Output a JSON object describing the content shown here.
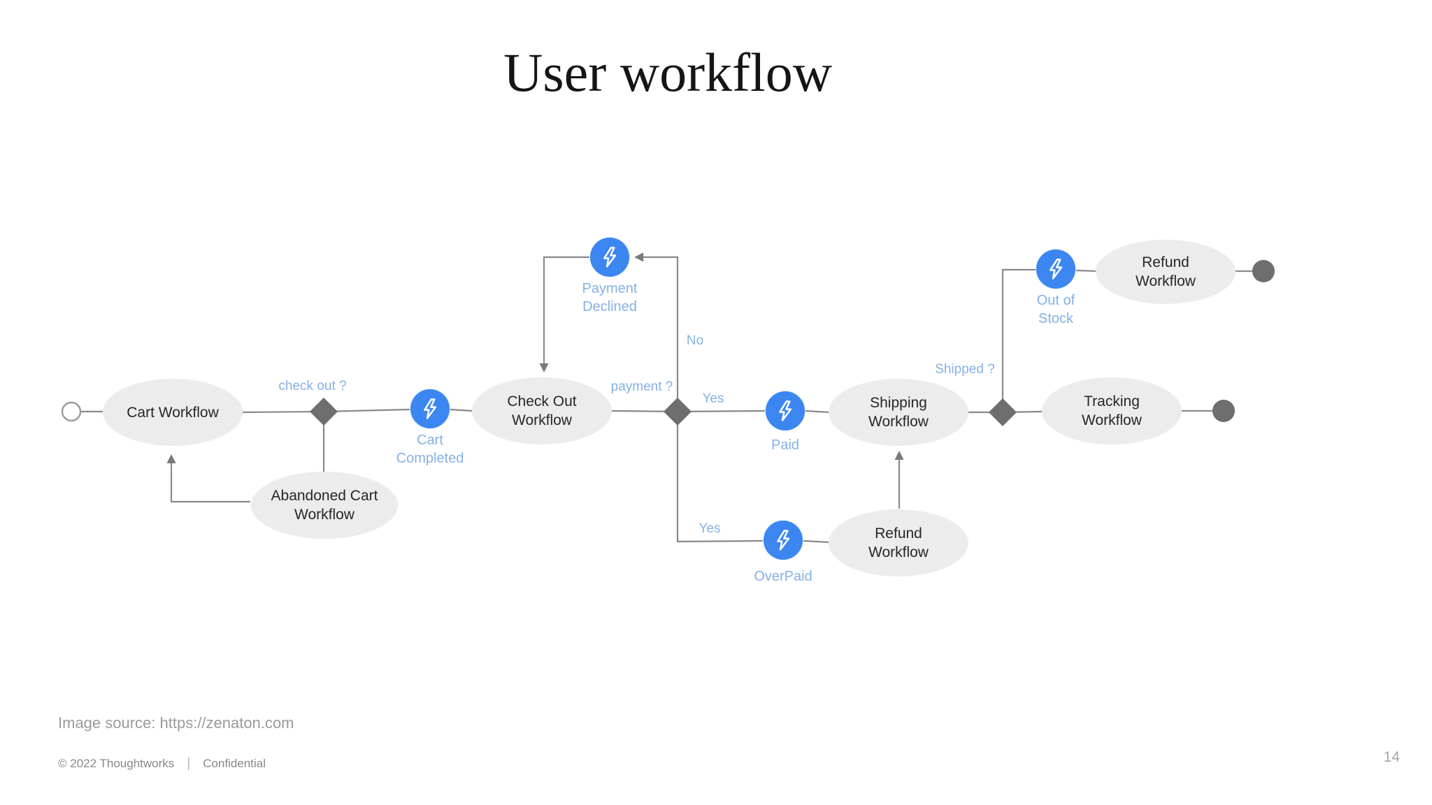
{
  "slide": {
    "title": "User workflow",
    "page_number": "14",
    "footer": {
      "image_source": "Image source: https://zenaton.com",
      "copyright": "© 2022 Thoughtworks",
      "divider": "|",
      "classification": "Confidential"
    }
  },
  "colors": {
    "event_blue": "#3b86f0",
    "label_blue": "#84b1e6",
    "node_fill": "#ececec",
    "node_text": "#262626",
    "connector_gray": "#8a8a8a",
    "decision_gray": "#6e6e6e"
  },
  "diagram": {
    "nodes": [
      {
        "id": "cart-workflow",
        "label": "Cart Workflow"
      },
      {
        "id": "abandoned-cart-workflow",
        "label": "Abandoned Cart\nWorkflow"
      },
      {
        "id": "check-out-workflow",
        "label": "Check Out\nWorkflow"
      },
      {
        "id": "shipping-workflow",
        "label": "Shipping\nWorkflow"
      },
      {
        "id": "refund-workflow-top",
        "label": "Refund\nWorkflow"
      },
      {
        "id": "tracking-workflow",
        "label": "Tracking\nWorkflow"
      },
      {
        "id": "refund-workflow-bottom",
        "label": "Refund\nWorkflow"
      }
    ],
    "events": [
      {
        "id": "cart-completed",
        "icon": "lightning-bolt-icon",
        "label": "Cart\nCompleted"
      },
      {
        "id": "payment-declined",
        "icon": "lightning-bolt-icon",
        "label": "Payment\nDeclined"
      },
      {
        "id": "paid",
        "icon": "lightning-bolt-icon",
        "label": "Paid"
      },
      {
        "id": "overpaid",
        "icon": "lightning-bolt-icon",
        "label": "OverPaid"
      },
      {
        "id": "out-of-stock",
        "icon": "lightning-bolt-icon",
        "label": "Out of\nStock"
      }
    ],
    "conditions": [
      {
        "id": "check-out-question",
        "label": "check out ?"
      },
      {
        "id": "payment-question",
        "label": "payment ?"
      },
      {
        "id": "yes-paid",
        "label": "Yes"
      },
      {
        "id": "no-declined",
        "label": "No"
      },
      {
        "id": "yes-overpaid",
        "label": "Yes"
      },
      {
        "id": "shipped-question",
        "label": "Shipped ?"
      }
    ]
  }
}
